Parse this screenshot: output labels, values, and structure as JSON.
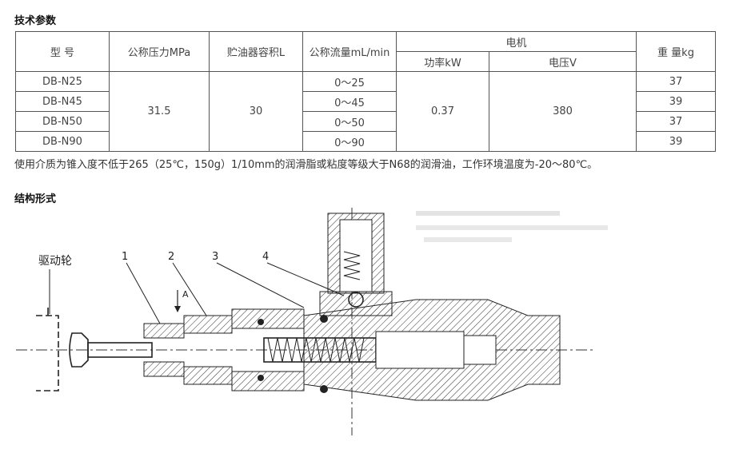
{
  "section1_title": "技术参数",
  "section2_title": "结构形式",
  "table": {
    "h_model": "型 号",
    "h_pressure": "公称压力MPa",
    "h_volume": "贮油器容积L",
    "h_flow": "公称流量mL/min",
    "h_motor": "电机",
    "h_power": "功率kW",
    "h_voltage": "电压V",
    "h_weight": "重 量kg",
    "rows": [
      {
        "model": "DB-N25",
        "flow": "0～25",
        "weight": "37"
      },
      {
        "model": "DB-N45",
        "flow": "0～45",
        "weight": "39"
      },
      {
        "model": "DB-N50",
        "flow": "0～50",
        "weight": "37"
      },
      {
        "model": "DB-N90",
        "flow": "0～90",
        "weight": "39"
      }
    ],
    "pressure": "31.5",
    "volume": "30",
    "power": "0.37",
    "voltage": "380"
  },
  "note": "使用介质为锥入度不低于265（25℃，150g）1/10mm的润滑脂或粘度等级大于N68的润滑油，工作环境温度为-20～80℃。",
  "diagram": {
    "drive_wheel_label": "驱动轮",
    "part_labels": [
      "1",
      "2",
      "3",
      "4"
    ],
    "view_label": "A"
  }
}
